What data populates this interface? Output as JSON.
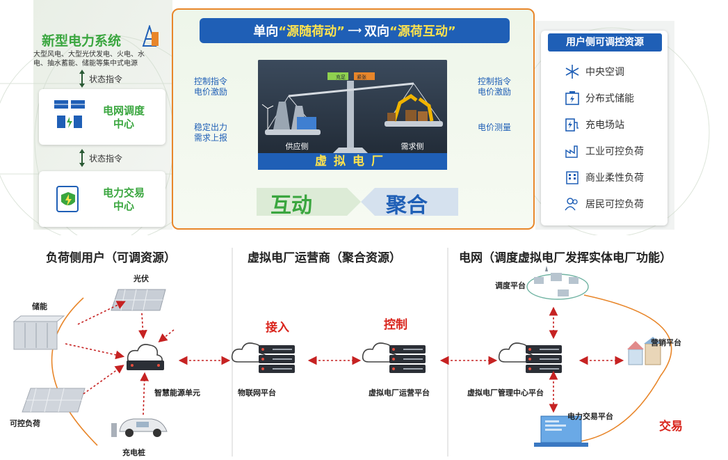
{
  "top": {
    "left": {
      "power_system": {
        "title": "新型电力系统",
        "desc_line1": "大型风电、大型光伏发电、火电、水",
        "desc_line2": "电、抽水蓄能、储能等集中式电源"
      },
      "status_cmd_1": "状态指令",
      "grid_dispatch": {
        "line1": "电网调度",
        "line2": "中心"
      },
      "status_cmd_2": "状态指令",
      "power_trade": {
        "line1": "电力交易",
        "line2": "中心"
      }
    },
    "center": {
      "banner_part1": "单向",
      "banner_q1": "“源随荷动”",
      "banner_part2": "双向",
      "banner_q2": "“源荷互动”",
      "left_top": {
        "line1": "控制指令",
        "line2": "电价激励"
      },
      "left_bottom": {
        "line1": "稳定出力",
        "line2": "需求上报"
      },
      "right_top": {
        "line1": "控制指令",
        "line2": "电价激励"
      },
      "right_bottom": "电价测量",
      "supply_side": "供应侧",
      "demand_side": "需求侧",
      "scale_left": "充足",
      "scale_right": "紧张",
      "vpp": "虚拟电厂",
      "interaction": "互动",
      "aggregation": "聚合"
    },
    "right": {
      "title": "用户侧可调控资源",
      "items": [
        {
          "label": "中央空调",
          "icon": "snowflake-icon"
        },
        {
          "label": "分布式储能",
          "icon": "battery-storage-icon"
        },
        {
          "label": "充电场站",
          "icon": "charging-station-icon"
        },
        {
          "label": "工业可控负荷",
          "icon": "factory-icon"
        },
        {
          "label": "商业柔性负荷",
          "icon": "building-icon"
        },
        {
          "label": "居民可控负荷",
          "icon": "people-icon"
        }
      ]
    }
  },
  "bottom": {
    "sections": {
      "load_side": "负荷侧用户（可调资源）",
      "operator": "虚拟电厂运营商（聚合资源）",
      "grid": "电网（调度虚拟电厂发挥实体电厂功能）"
    },
    "nodes": {
      "pv": "光伏",
      "storage": "储能",
      "controllable_load": "可控负荷",
      "charger": "充电桩",
      "smart_energy_unit": "智慧能源单元",
      "iot_platform": "物联网平台",
      "vpp_operation_platform": "虚拟电厂运营平台",
      "vpp_management_center": "虚拟电厂管理中心平台",
      "dispatch_platform": "调度平台",
      "marketing_platform": "营销平台",
      "trade_platform": "电力交易平台"
    },
    "actions": {
      "access": "接入",
      "control": "控制",
      "trade": "交易"
    }
  },
  "colors": {
    "green": "#3aa63f",
    "blue": "#1f5fb6",
    "orange": "#e8862a",
    "red": "#d9251d",
    "yellow": "#ffe34d"
  }
}
